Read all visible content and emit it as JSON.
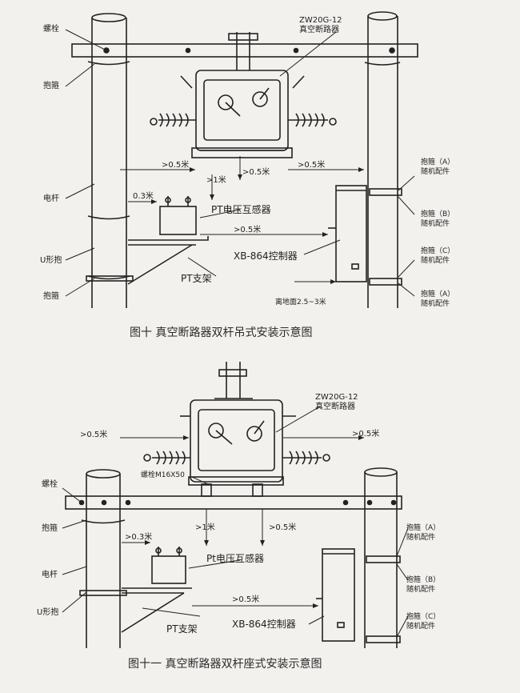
{
  "figure_top": {
    "caption": "图十 真空断路器双杆吊式安装示意图",
    "breaker": "ZW20G-12\n真空断路器",
    "bolt": "螺栓",
    "hoop": "抱箍",
    "pole": "电杆",
    "u_hoop": "U形抱",
    "hoop_bottom": "抱箍",
    "pt_transformer": "PT电压互感器",
    "pt_bracket": "PT支架",
    "controller": "XB-864控制器",
    "dist_left": ">0.5米",
    "dist_right": ">0.5米",
    "dist_under": ">1米",
    "dist_under_right": ">0.5米",
    "dist_pt": "0.3米",
    "dist_ctrl": ">0.5米",
    "ground": "离地面2.5~3米",
    "hoop_a": "抱箍（A）",
    "acc_a": "随机配件",
    "hoop_b": "抱箍（B）",
    "acc_b": "随机配件",
    "hoop_c": "抱箍（C）",
    "acc_c": "随机配件",
    "hoop_a2": "抱箍（A）",
    "acc_a2": "随机配件"
  },
  "figure_bottom": {
    "caption": "图十一 真空断路器双杆座式安装示意图",
    "breaker": "ZW20G-12\n真空断路器",
    "bolt_m16": "螺栓M16X50",
    "bolt": "螺栓",
    "hoop": "抱箍",
    "pole": "电杆",
    "u_hoop": "U形抱",
    "pt_transformer": "Pt电压互感器",
    "pt_bracket": "PT支架",
    "controller": "XB-864控制器",
    "dist_left": ">0.5米",
    "dist_right": ">0.5米",
    "dist_under": ">1米",
    "dist_under_right": ">0.5米",
    "dist_pt": ">0.3米",
    "dist_ctrl": ">0.5米",
    "hoop_a": "抱箍（A）",
    "acc_a": "随机配件",
    "hoop_b": "抱箍（B）",
    "acc_b": "随机配件",
    "hoop_c": "抱箍（C）",
    "acc_c": "随机配件"
  }
}
